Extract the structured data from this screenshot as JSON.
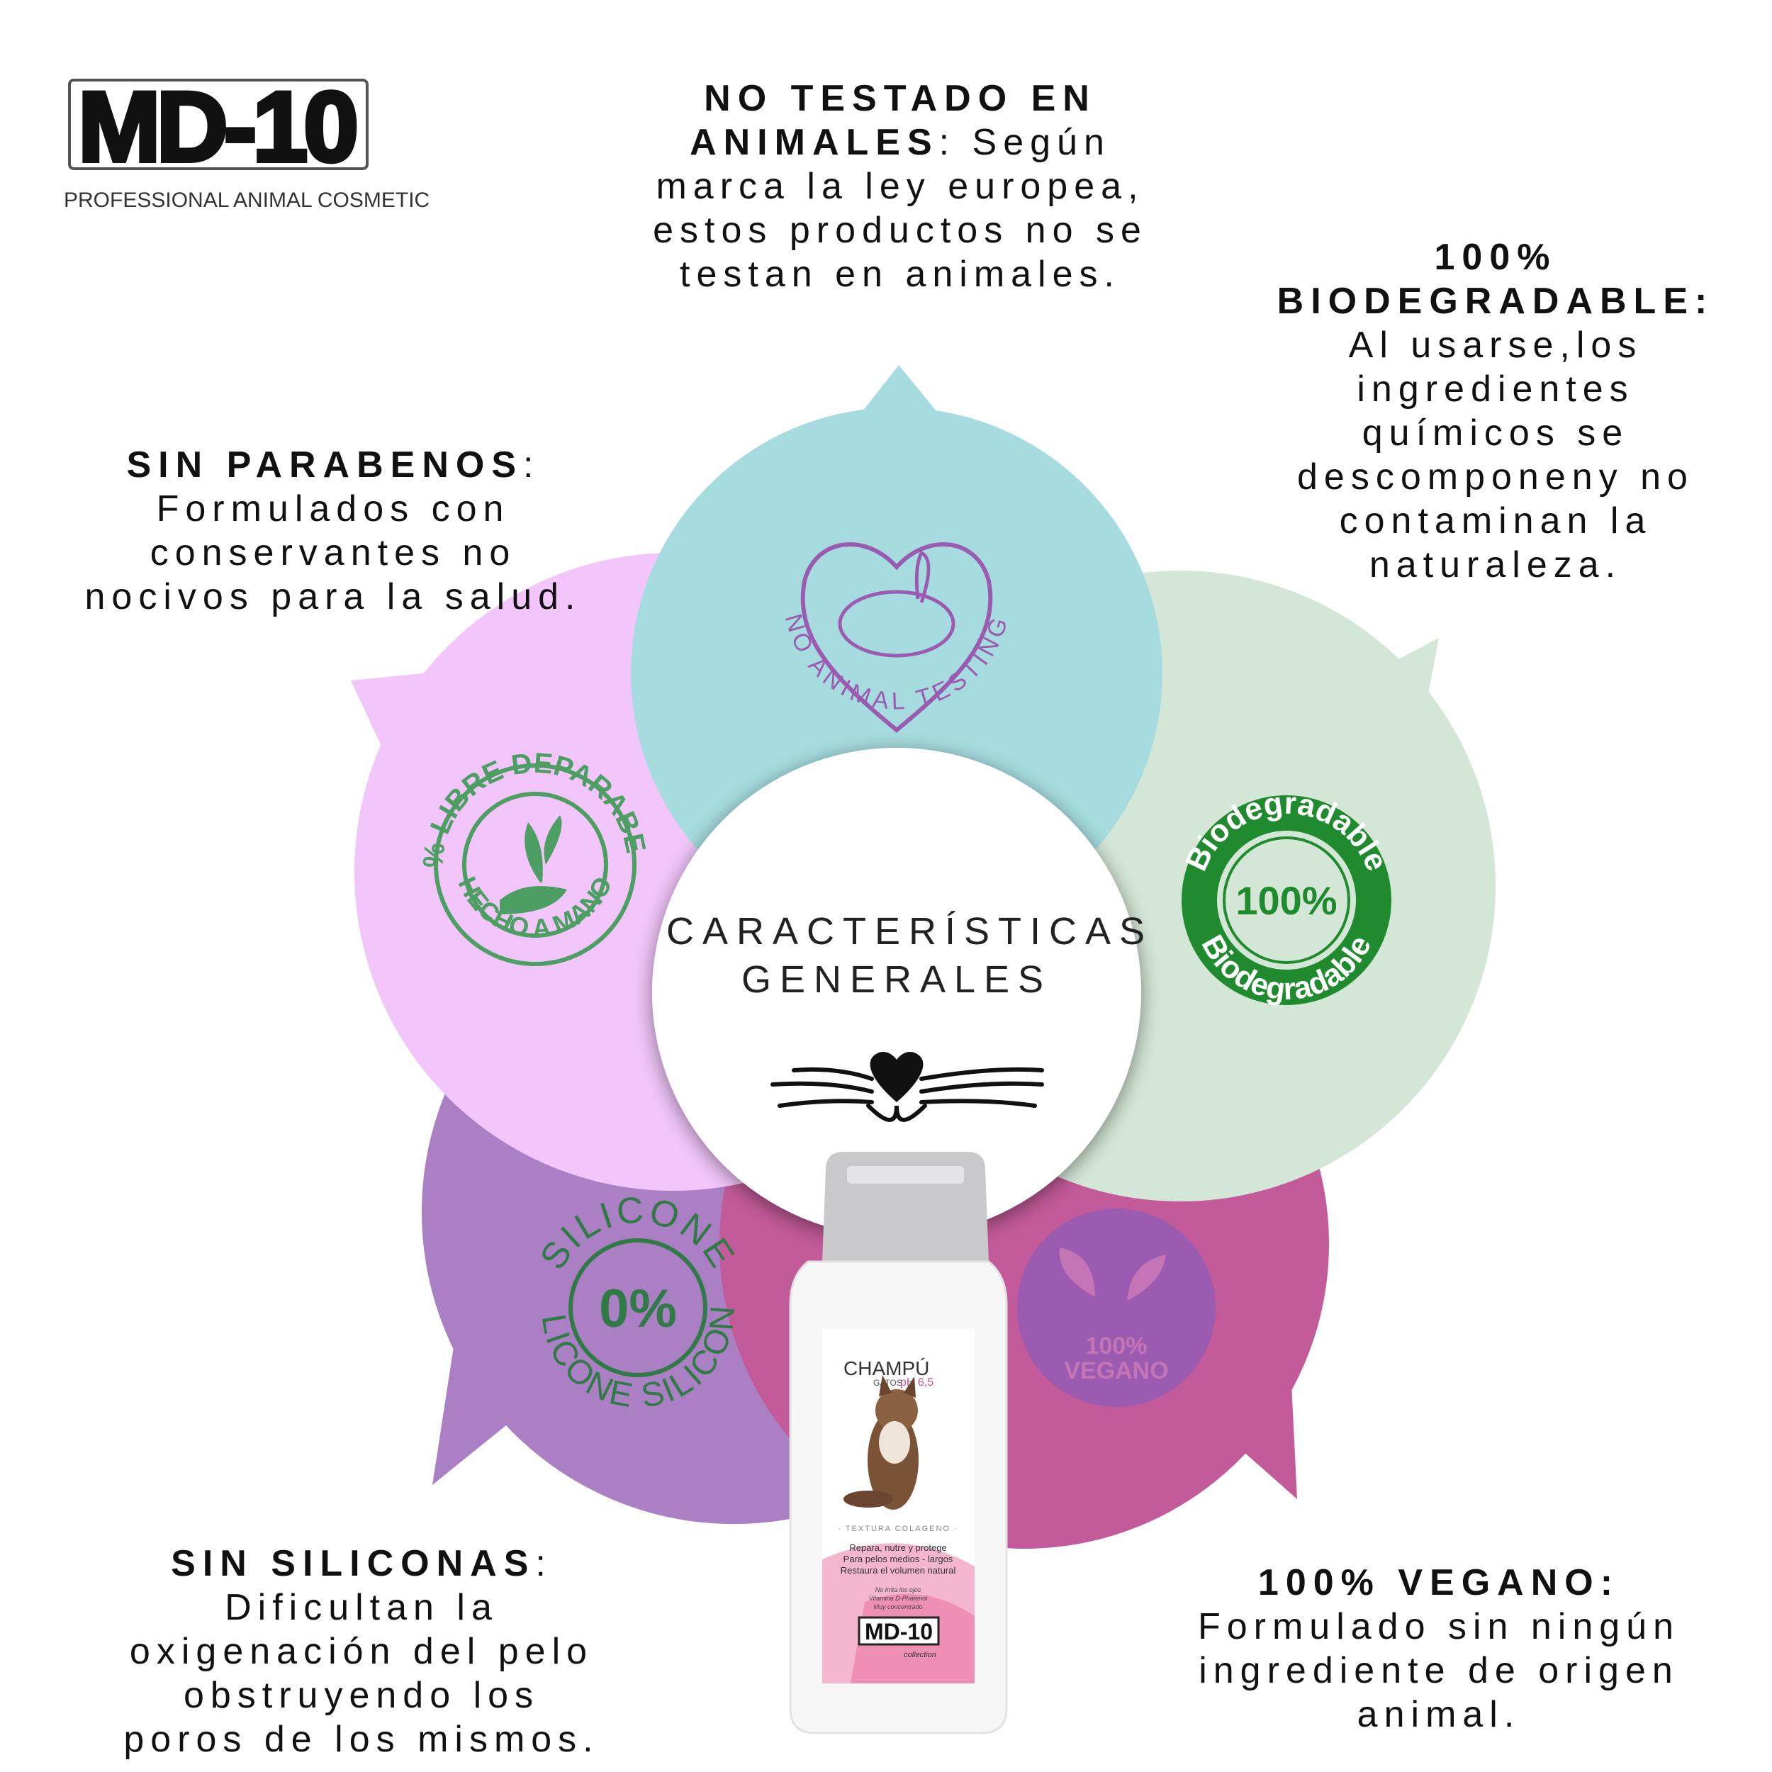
{
  "brand": {
    "logo_text": "MD-10",
    "tagline": "PROFESSIONAL ANIMAL COSMETIC"
  },
  "center": {
    "line1": "CARACTERÍSTICAS",
    "line2": "GENERALES"
  },
  "features": {
    "no_testing": {
      "heading_line1": "NO TESTADO EN",
      "heading_line2": "ANIMALES",
      "body_line2": ": Según",
      "body_line3": "marca la ley europea,",
      "body_line4": "estos productos no se",
      "body_line5": "testan en animales.",
      "badge_text": "NO ANIMAL TESTING"
    },
    "biodegradable": {
      "heading_line1": "100%",
      "heading_line2": "BIODEGRADABLE:",
      "body_line1": "Al usarse,los",
      "body_line2": "ingredientes",
      "body_line3": "químicos se",
      "body_line4": "descomponeny no",
      "body_line5": "contaminan la",
      "body_line6": "naturaleza.",
      "badge_top": "Biodegradable",
      "badge_center": "100%",
      "badge_bottom": "Biodegradable"
    },
    "parabens": {
      "heading": "SIN PARABENOS",
      "colon": ":",
      "body_line1": "Formulados con",
      "body_line2": "conservantes no",
      "body_line3": "nocivos para la salud.",
      "badge_top": "100% LIBRE DEPARABENOS",
      "badge_bottom": "HECHO A MANO"
    },
    "silicones": {
      "heading": "SIN SILICONAS",
      "colon": ":",
      "body_line1": "Dificultan la",
      "body_line2": "oxigenación del pelo",
      "body_line3": "obstruyendo los",
      "body_line4": "poros de los mismos.",
      "badge_top": "SILICONE",
      "badge_center": "0%",
      "badge_bottom": "SILICONE SILICONE"
    },
    "vegan": {
      "heading": "100% VEGANO:",
      "body_line1": "Formulado sin ningún",
      "body_line2": "ingrediente de origen",
      "body_line3": "animal.",
      "badge_line1": "100%",
      "badge_line2": "VEGANO"
    }
  },
  "product": {
    "name": "CHAMPÚ",
    "sub": "GATOS",
    "ph": "pH 6,5",
    "texture": "· TEXTURA COLAGENO ·",
    "claim1": "Repara, nutre y protege",
    "claim2": "Para pelos medios - largos",
    "claim3": "Restaura el volumen natural",
    "small1": "No irrita los ojos",
    "small2": "Vitamina D-Phatenol",
    "small3": "Muy concentrado",
    "brand": "MD-10",
    "collection": "collection"
  },
  "colors": {
    "teal": "#a6dcdf",
    "pink_light": "#f2c6fb",
    "mint": "#d4e7d6",
    "purple": "#ab7fc3",
    "magenta": "#c35a99",
    "badge_purple": "#9b5bb0",
    "badge_green": "#1f8a2e",
    "badge_dark_green": "#2f7a45"
  }
}
